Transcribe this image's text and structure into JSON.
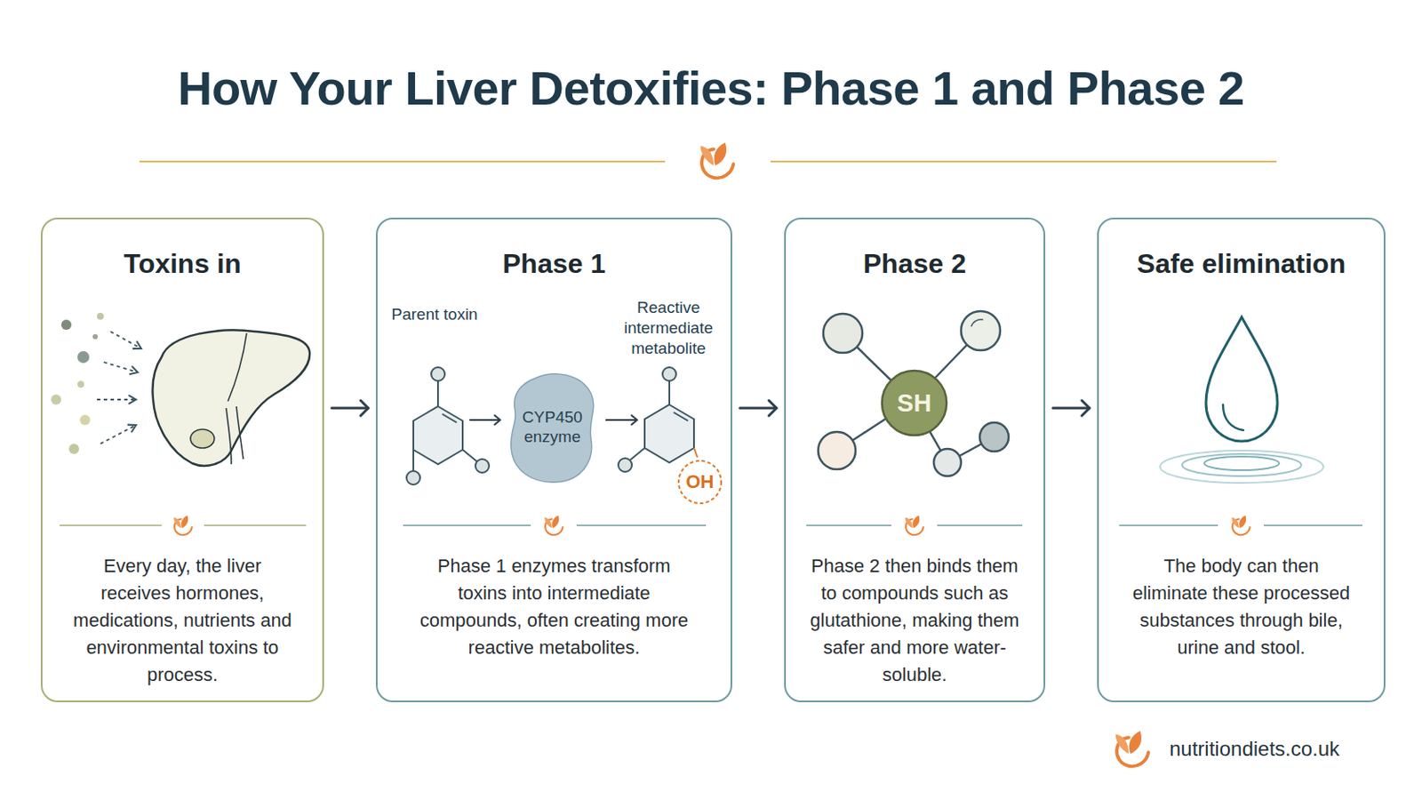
{
  "diagram": {
    "title": "How Your Liver Detoxifies: Phase 1 and Phase 2",
    "nodes": [
      {
        "text": [
          "Toxins in",
          "Every day, the liver receives hormones, medications, nutrients and environmental toxins to process."
        ]
      },
      {
        "text": [
          "Phase 1",
          "Phase 1 enzymes transform toxins into intermediate compounds, often creating more reactive metabolites."
        ]
      },
      {
        "text": [
          "CYP450 enzyme"
        ],
        "in": 1
      },
      {
        "text": [
          "OH"
        ],
        "in": 1
      },
      {
        "text": [
          "Phase 2",
          "Phase 2 then binds them to compounds such as glutathione, making them safer and more water-soluble."
        ]
      },
      {
        "text": [
          "SH"
        ],
        "in": 4
      },
      {
        "text": [
          "Safe elimination",
          "The body can then eliminate these processed substances through bile, urine and stool."
        ]
      }
    ],
    "edges": [
      {
        "from": 0,
        "to": 1,
        "arrow": "to"
      },
      {
        "from": 1,
        "to": 4,
        "arrow": "to"
      },
      {
        "from": 4,
        "to": 6,
        "arrow": "to"
      }
    ],
    "labels": [
      "Parent toxin",
      "Reactive intermediate metabolite",
      "nutritiondiets.co.uk"
    ]
  }
}
